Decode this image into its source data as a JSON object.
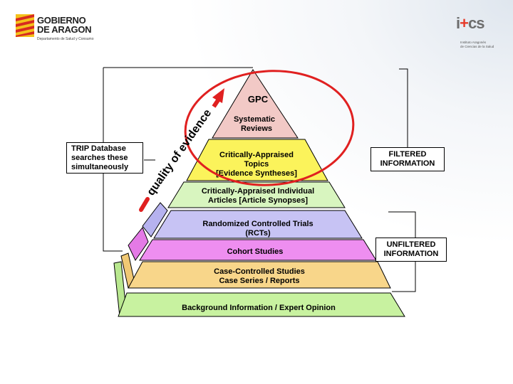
{
  "header": {
    "left_logo": {
      "line1": "GOBIERNO",
      "line2": "DE ARAGON",
      "subtitle": "Departamento de Salud y Consumo"
    },
    "right_logo": {
      "mark": "i+cs",
      "sub1": "Instituto Aragonés",
      "sub2": "de Ciencias de la Salud"
    }
  },
  "diagram": {
    "trip_box": [
      "TRIP Database",
      "searches these",
      "simultaneously"
    ],
    "filtered_label": [
      "FILTERED",
      "INFORMATION"
    ],
    "unfiltered_label": [
      "UNFILTERED",
      "INFORMATION"
    ],
    "gpc_label": "GPC",
    "quality_arrow_text": "quality of evidence",
    "levels": [
      {
        "lines": [
          "Systematic",
          "Reviews"
        ],
        "color": "#f2c9c6"
      },
      {
        "lines": [
          "Critically-Appraised",
          "Topics",
          "[Evidence Syntheses]"
        ],
        "color": "#fbf35b"
      },
      {
        "lines": [
          "Critically-Appraised Individual",
          "Articles [Article Synopses]"
        ],
        "color": "#d8f5bf"
      },
      {
        "lines": [
          "Randomized Controlled Trials",
          "(RCTs)"
        ],
        "color": "#c7c3f4"
      },
      {
        "lines": [
          "Cohort Studies"
        ],
        "color": "#ee8ef0"
      },
      {
        "lines": [
          "Case-Controlled Studies",
          "Case Series / Reports"
        ],
        "color": "#f8d68a"
      },
      {
        "lines": [
          "Background Information / Expert Opinion"
        ],
        "color": "#c8f2a0"
      }
    ],
    "highlight_color": "#e02020"
  }
}
